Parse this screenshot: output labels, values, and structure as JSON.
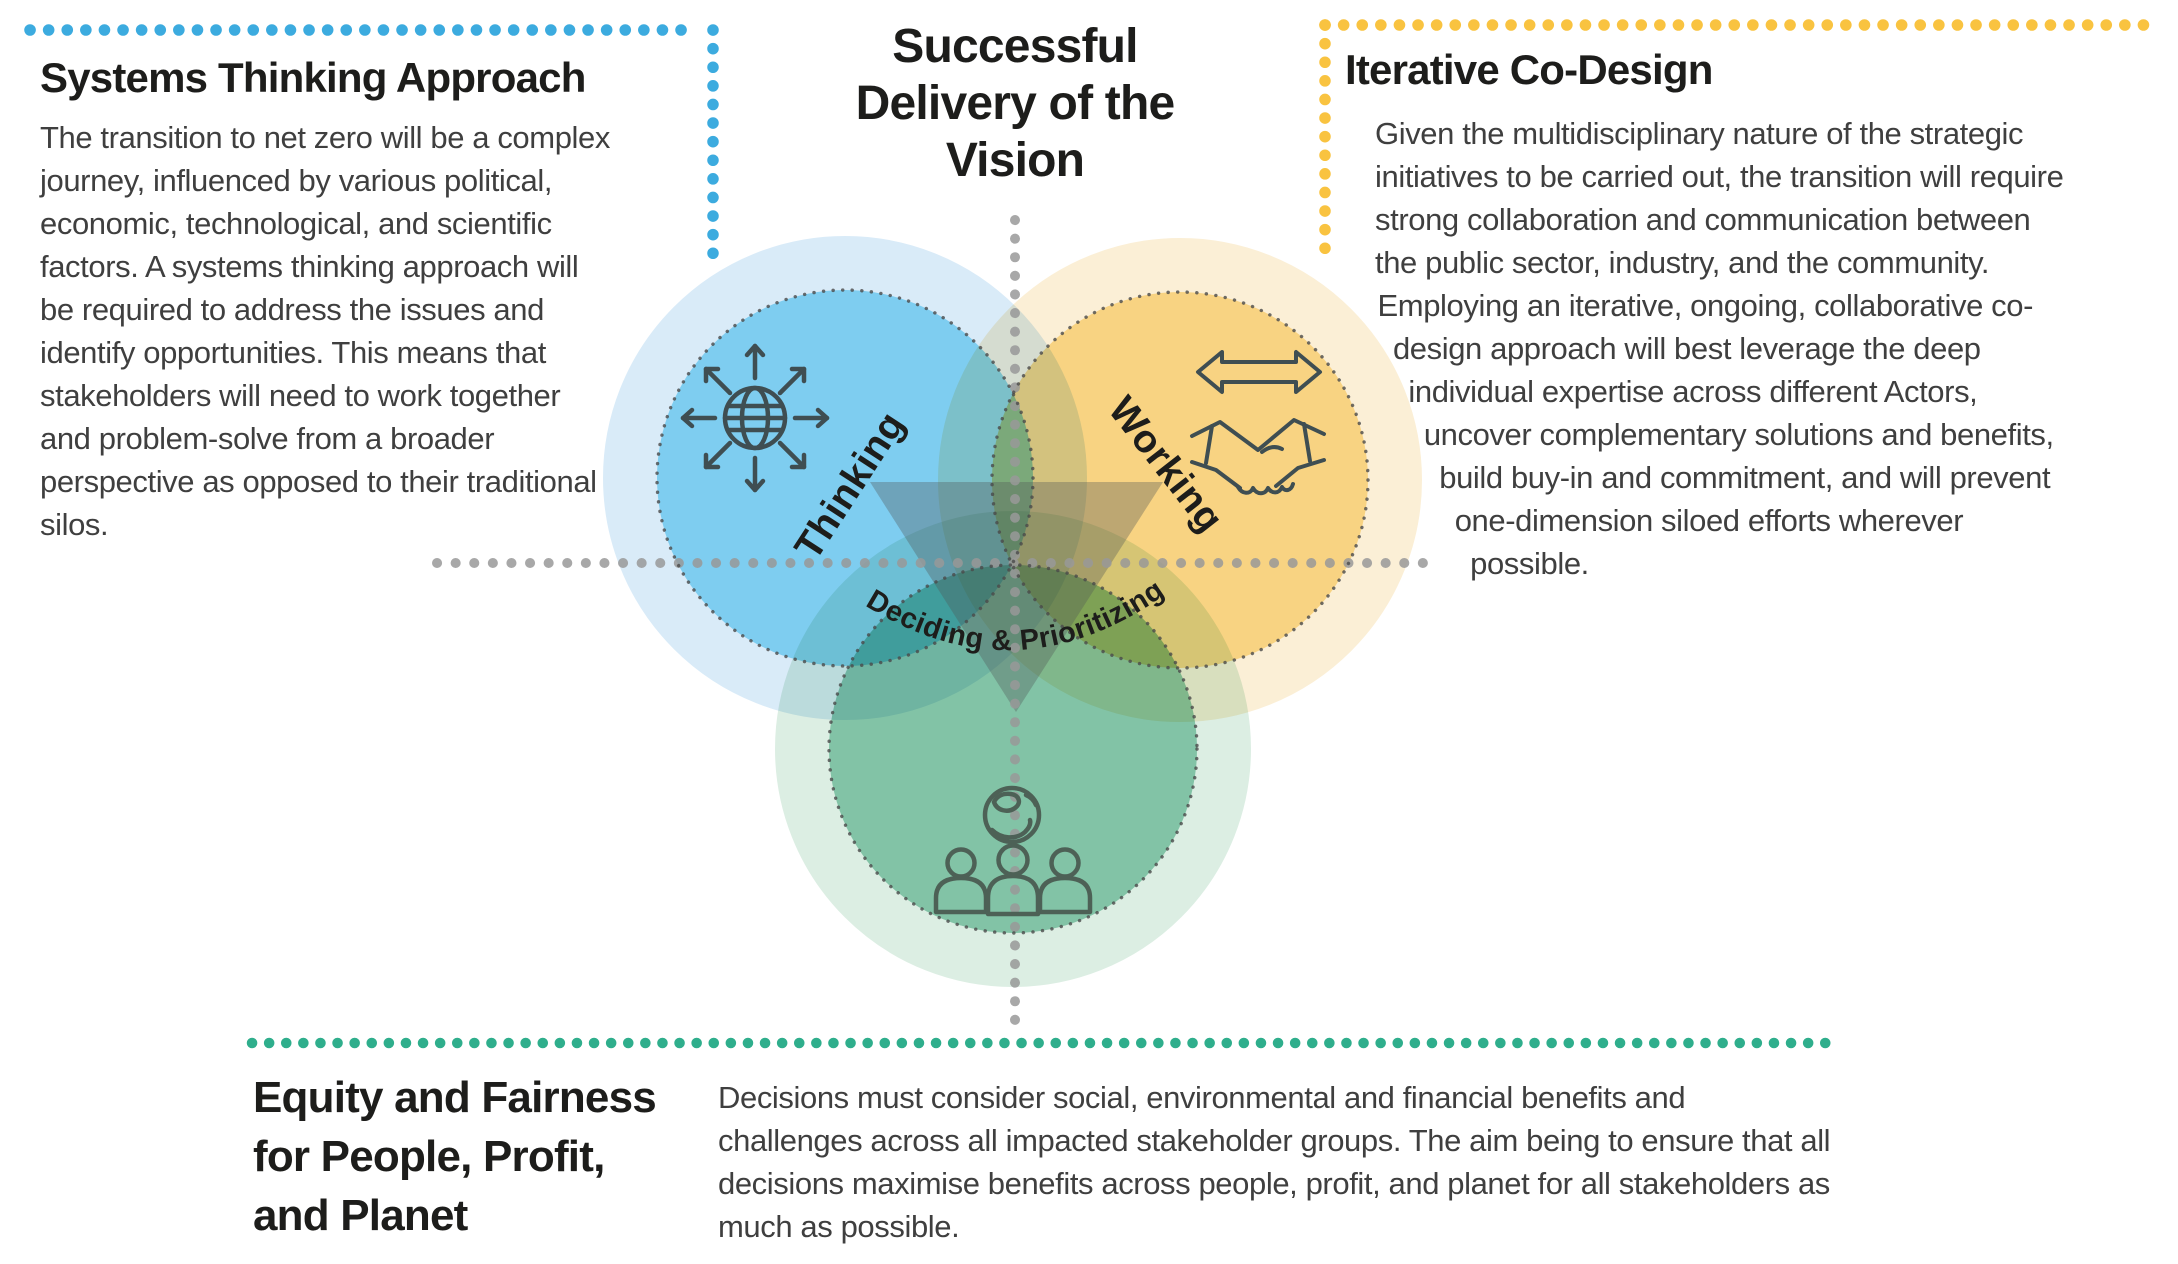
{
  "center_title": {
    "line1": "Successful",
    "line2": "Delivery of the",
    "line3": "Vision"
  },
  "panels": {
    "systems_thinking": {
      "heading": "Systems Thinking Approach",
      "body": "The transition to net zero will be a complex journey, influenced by various political, economic, technological, and scientific factors. A systems thinking approach will be required to address the issues and identify opportunities. This means that stakeholders will need to work together and problem-solve from a broader perspective as opposed to their traditional silos."
    },
    "iterative_codesign": {
      "heading": "Iterative Co-Design",
      "body": "Given the multidisciplinary nature of the strategic initiatives to be carried out, the transition will require strong collaboration and communication between the public sector, industry, and the community. Employing an iterative, ongoing, collaborative co-design approach will best leverage the deep individual expertise across different Actors, uncover complementary solutions and benefits, build buy-in and commitment, and will prevent one-dimension siloed efforts wherever possible."
    },
    "equity": {
      "heading_line1": "Equity and Fairness",
      "heading_line2": "for People, Profit,",
      "heading_line3": "and Planet",
      "body": "Decisions must consider social, environmental and financial benefits and challenges across all impacted stakeholder groups. The aim being to ensure that all decisions maximise benefits across people, profit, and planet for all stakeholders as much as possible."
    }
  },
  "venn": {
    "circles": [
      {
        "id": "thinking",
        "label": "Thinking",
        "fill": "#7ECDF0",
        "halo": "#D9EBF8",
        "icon": "globe-arrows-icon"
      },
      {
        "id": "working",
        "label": "Working",
        "fill": "#F8D382",
        "halo": "#FBEFD6",
        "icon": "handshake-arrows-icon"
      },
      {
        "id": "deciding",
        "label": "Deciding & Prioritizing",
        "fill": "#82C3A6",
        "halo": "#DCEEE3",
        "icon": "globe-people-icon"
      }
    ]
  },
  "colors": {
    "systems_border": "#3CABDF",
    "codesign_border": "#F9C340",
    "equity_border": "#2FAE8C",
    "crosshair_dots": "#999999",
    "circle_dot_border": "#4A4A4A",
    "triangle_overlay": "rgba(80,85,85,0.35)",
    "icon_stroke": "#3F4E52",
    "heading_text": "#1D1D1B",
    "body_text": "#3F3F3F"
  }
}
